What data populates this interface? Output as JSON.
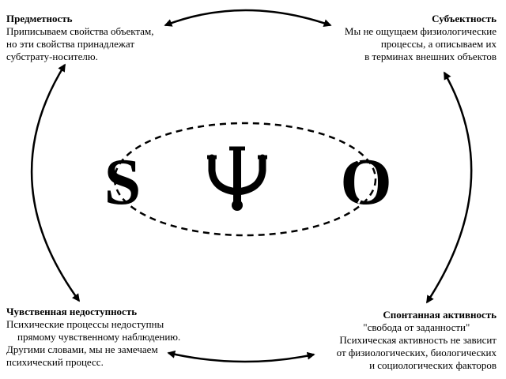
{
  "corners": {
    "top_left": {
      "title": "Предметность",
      "lines": [
        "Приписываем свойства объектам,",
        "но эти свойства принадлежат",
        "субстрату-носителю."
      ]
    },
    "top_right": {
      "title": "Субъектность",
      "lines": [
        "Мы не ощущаем физиологические",
        "процессы, а описываем их",
        "в терминах внешних объектов"
      ]
    },
    "bottom_left": {
      "title": "Чувственная недоступность",
      "lines": [
        "Психические процессы недоступны",
        "прямому чувственному наблюдению.",
        "Другими словами, мы не замечаем",
        "психический процесс."
      ]
    },
    "bottom_right": {
      "title": "Спонтанная активность",
      "lines": [
        "\"свобода от заданности\"",
        "Психическая активность не зависит",
        "от физиологических, биологических",
        "и социологических факторов"
      ]
    }
  },
  "symbols": {
    "left": "S",
    "center": "Ψ",
    "right": "O"
  },
  "style": {
    "ink_color": "#000000",
    "background": "#ffffff"
  }
}
